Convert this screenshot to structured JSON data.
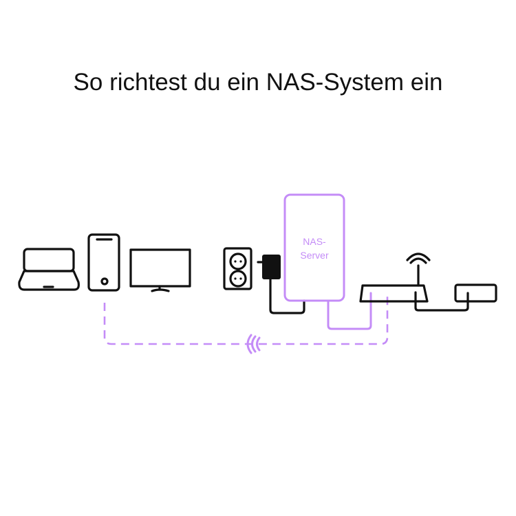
{
  "title": "So richtest du ein NAS-System ein",
  "nas": {
    "line1": "NAS-",
    "line2": "Server"
  },
  "colors": {
    "accent": "#c48cf7",
    "stroke": "#111111"
  }
}
